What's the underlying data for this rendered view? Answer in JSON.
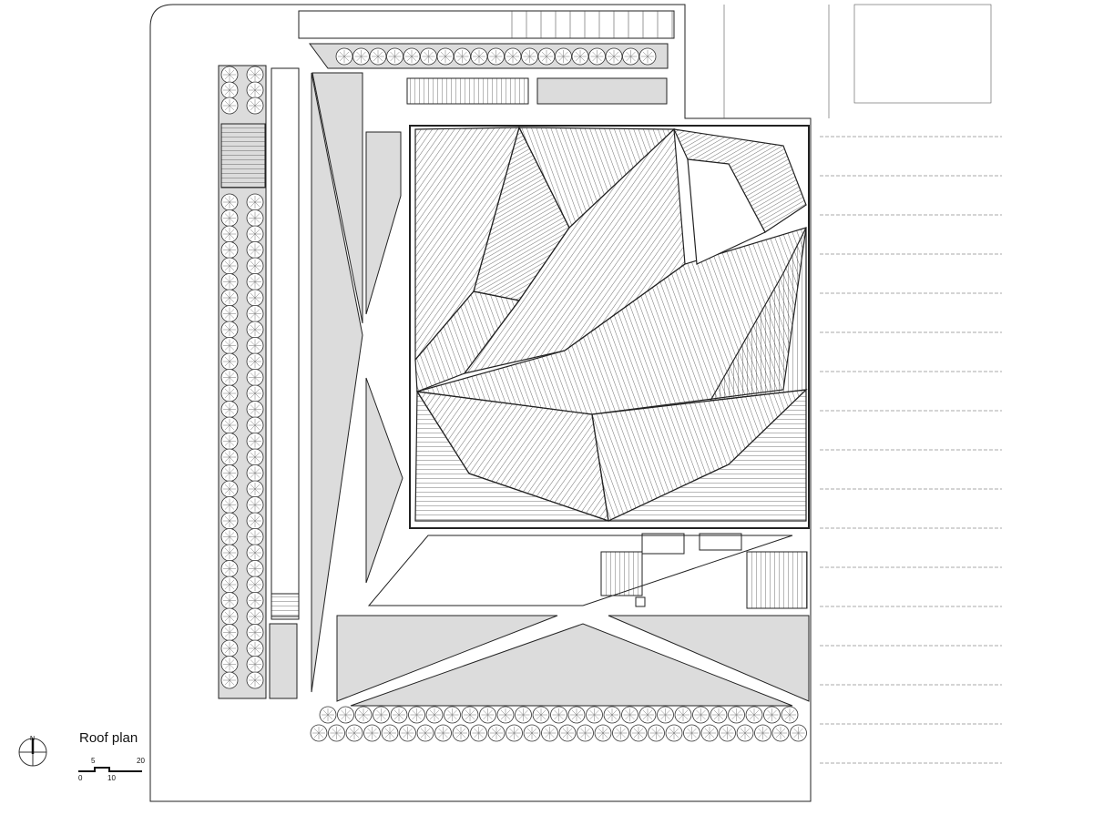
{
  "legend": {
    "title": "Roof plan",
    "north_label": "N",
    "scale_labels": {
      "s0": "0",
      "s5": "5",
      "s10": "10",
      "s20": "20"
    }
  },
  "colors": {
    "line": "#222222",
    "fill_gray": "#dcdcdc"
  }
}
